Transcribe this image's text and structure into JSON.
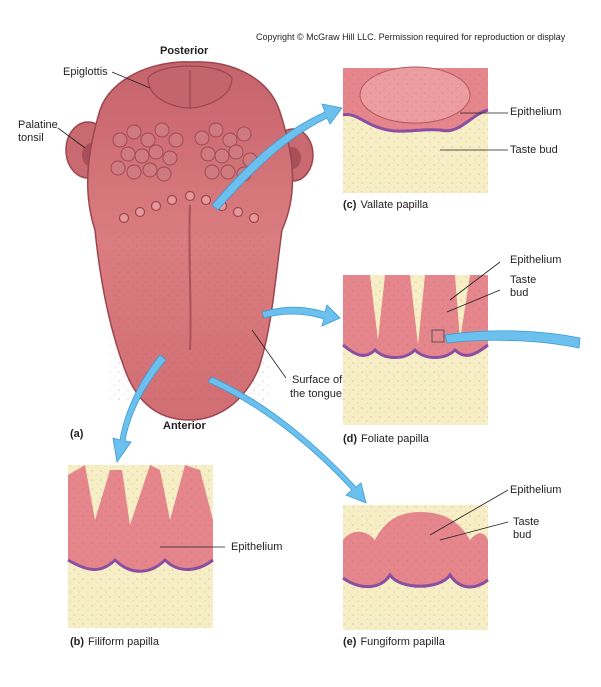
{
  "copyright": "Copyright © McGraw Hill LLC. Permission required for reproduction or display",
  "orientation": {
    "posterior": "Posterior",
    "anterior": "Anterior"
  },
  "tongue_labels": {
    "epiglottis": "Epiglottis",
    "palatine_tonsil_1": "Palatine",
    "palatine_tonsil_2": "tonsil",
    "surface_1": "Surface of",
    "surface_2": "the tongue"
  },
  "panels": {
    "a": {
      "letter": "(a)"
    },
    "c": {
      "letter": "(c)",
      "title": "Vallate papilla",
      "epithelium": "Epithelium",
      "taste_bud": "Taste bud"
    },
    "d": {
      "letter": "(d)",
      "title": "Foliate papilla",
      "epithelium": "Epithelium",
      "taste_1": "Taste",
      "taste_2": "bud"
    },
    "b": {
      "letter": "(b)",
      "title": "Filiform papilla",
      "epithelium": "Epithelium"
    },
    "e": {
      "letter": "(e)",
      "title": "Fungiform papilla",
      "epithelium": "Epithelium",
      "taste_1": "Taste",
      "taste_2": "bud"
    }
  },
  "colors": {
    "tongue": "#d9757a",
    "tongue_dark": "#b9545c",
    "tissue_bg": "#f6efc6",
    "epithelium": "#e4868c",
    "basal": "#8a4fa3",
    "arrow": "#6cc0ee"
  }
}
